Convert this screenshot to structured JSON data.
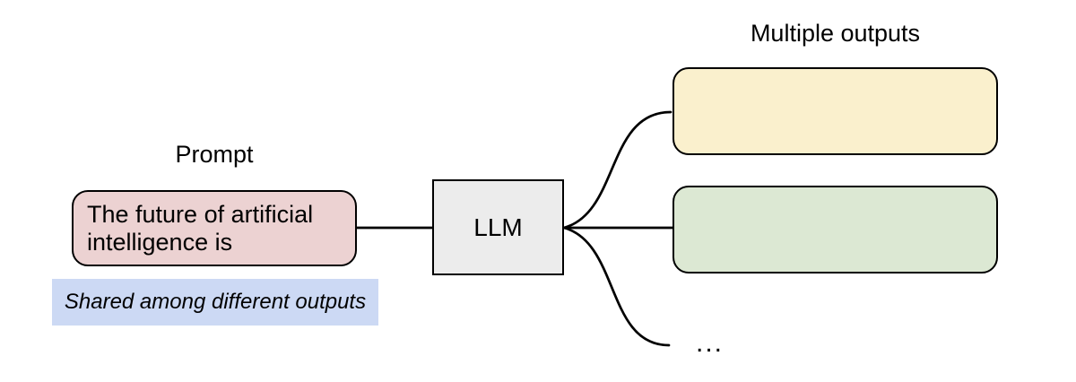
{
  "diagram": {
    "prompt": {
      "label": "Prompt",
      "text": "The future of artificial intelligence is"
    },
    "note": {
      "text": "Shared among different outputs"
    },
    "llm": {
      "label": "LLM"
    },
    "outputs": {
      "label": "Multiple outputs",
      "ellipsis": "..."
    },
    "colors": {
      "background": "#ffffff",
      "text": "#000000",
      "stroke": "#000000",
      "prompt_fill": "#ecd2d2",
      "note_fill": "#ccd9f4",
      "llm_fill": "#ececec",
      "output_yellow_fill": "#faf0cd",
      "output_green_fill": "#dce8d3"
    }
  }
}
